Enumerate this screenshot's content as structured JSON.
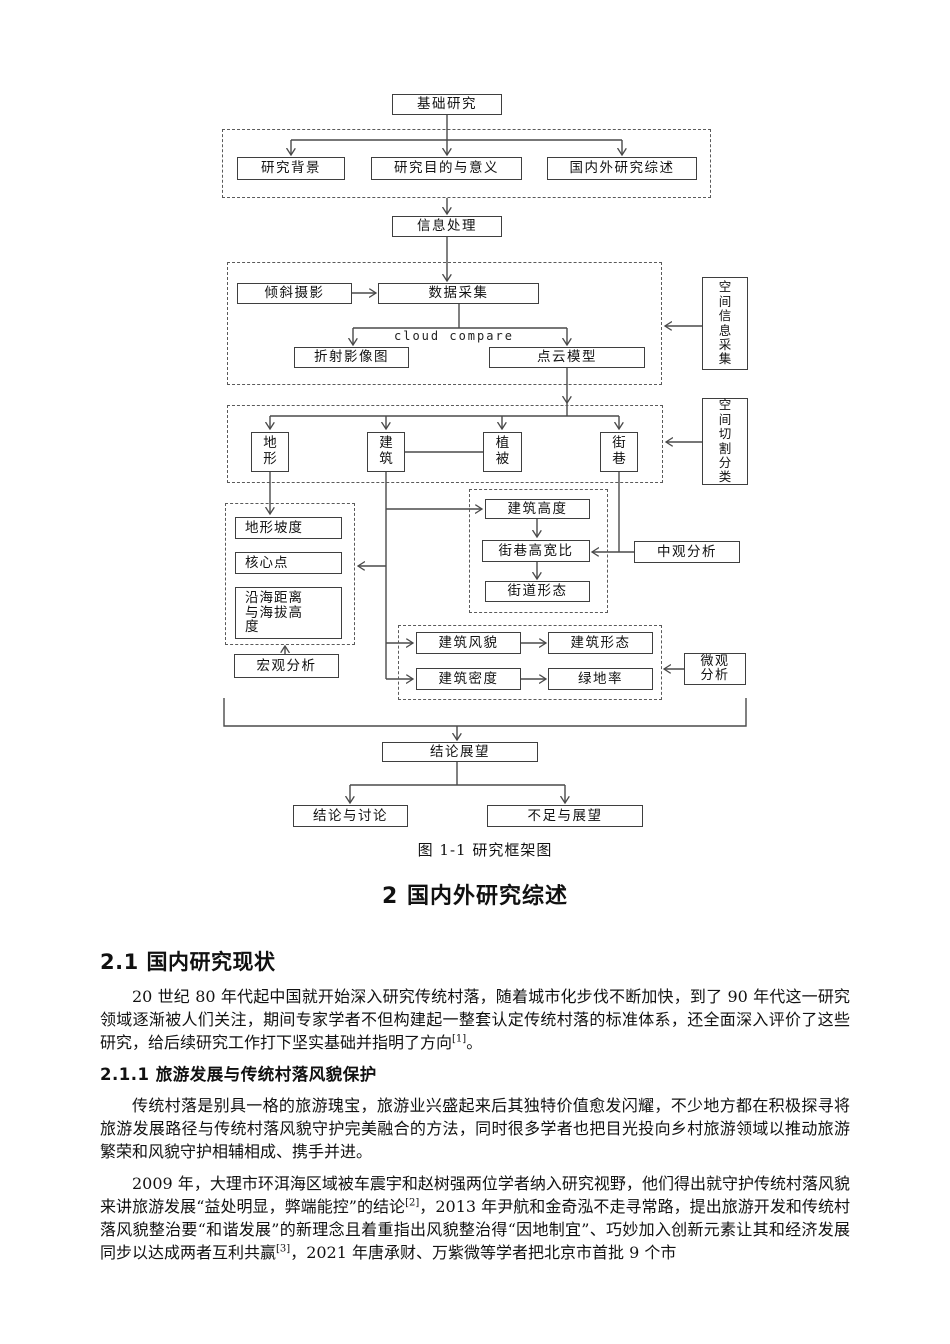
{
  "flowchart": {
    "caption": "图 1-1 研究框架图",
    "cloud_label": "cloud compare",
    "nodes": {
      "basic_research": "基础研究",
      "background": "研究背景",
      "purpose": "研究目的与意义",
      "review": "国内外研究综述",
      "info_processing": "信息处理",
      "oblique_photo": "倾斜摄影",
      "data_collection": "数据采集",
      "ortho_image": "折射影像图",
      "point_cloud": "点云模型",
      "spatial_info_collect": "空间信息采集",
      "terrain": "地形",
      "building": "建筑",
      "vegetation": "植被",
      "street": "街巷",
      "spatial_cut_classify": "空间切割分类",
      "terrain_slope": "地形坡度",
      "core_point": "核心点",
      "coastal_distance": "沿海距离\n与海拔高\n度",
      "macro_analysis": "宏观分析",
      "building_height": "建筑高度",
      "street_aspect_ratio": "街巷高宽比",
      "street_form": "街道形态",
      "meso_analysis": "中观分析",
      "building_style": "建筑风貌",
      "building_form": "建筑形态",
      "building_density": "建筑密度",
      "green_rate": "绿地率",
      "micro_analysis": "微观\n分析",
      "conclusion_outlook": "结论展望",
      "conclusion_discussion": "结论与讨论",
      "limitation_outlook": "不足与展望"
    }
  },
  "content": {
    "chapter_title": "2 国内外研究综述",
    "section_title": "2.1 国内研究现状",
    "subsection_title": "2.1.1 旅游发展与传统村落风貌保护",
    "p1": {
      "a": "20 世纪 80 年代起中国就开始深入研究传统村落，随着城市化步伐不断加快，到了 90 年代这一研究领域逐渐被人们关注，期间专家学者不但构建起一整套认定传统村落的标准体系，还全面深入评价了这些研究，给后续研究工作打下坚实基础并指明了方向",
      "sup": "[1]",
      "b": "。"
    },
    "p2": "传统村落是别具一格的旅游瑰宝，旅游业兴盛起来后其独特价值愈发闪耀，不少地方都在积极探寻将旅游发展路径与传统村落风貌守护完美融合的方法，同时很多学者也把目光投向乡村旅游领域以推动旅游繁荣和风貌守护相辅相成、携手并进。",
    "p3": {
      "a": "2009 年，大理市环洱海区域被车震宇和赵树强两位学者纳入研究视野，他们得出就守护传统村落风貌来讲旅游发展“益处明显，弊端能控”的结论",
      "sup1": "[2]",
      "b": "，2013 年尹航和金奇泓不走寻常路，提出旅游开发和传统村落风貌整治要“和谐发展”的新理念且着重指出风貌整治得“因地制宜”、巧妙加入创新元素让其和经济发展同步以达成两者互利共赢",
      "sup2": "[3]",
      "c": "，2021 年唐承财、万紫微等学者把北京市首批 9 个市"
    }
  }
}
